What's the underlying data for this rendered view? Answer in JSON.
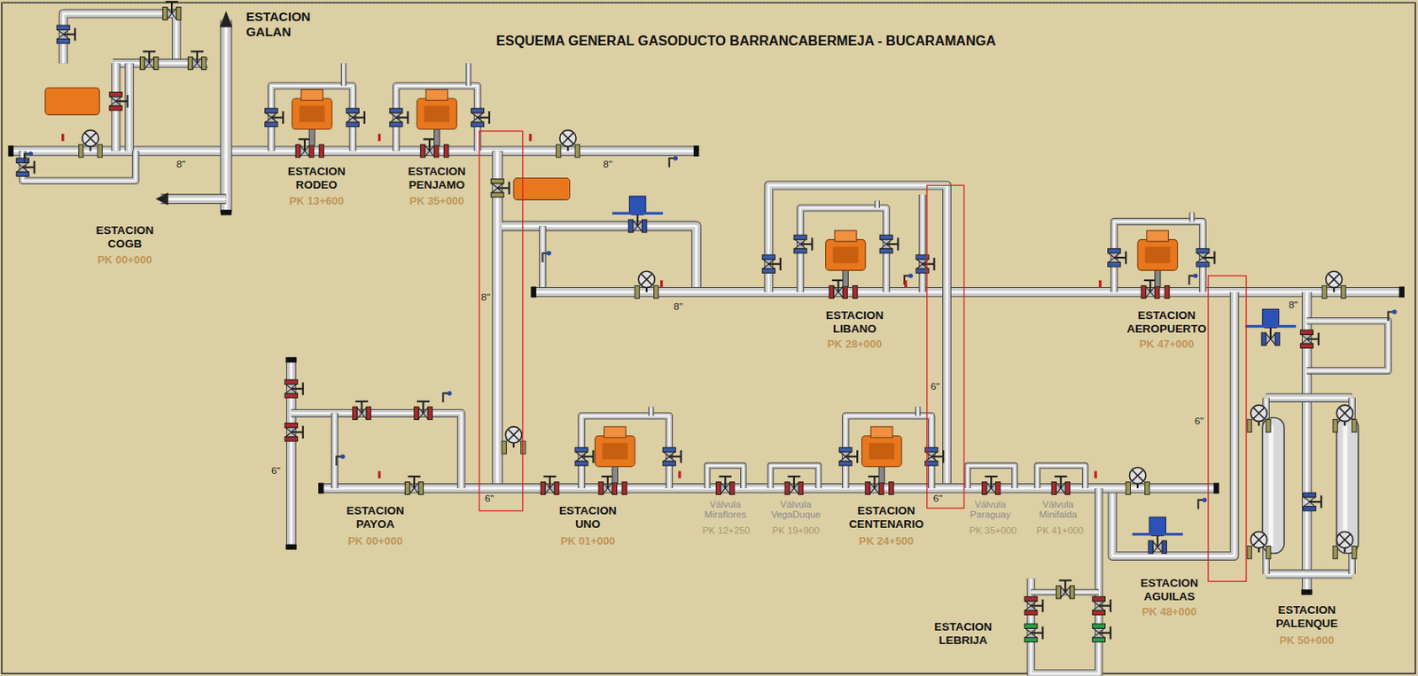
{
  "diagram": {
    "title": "ESQUEMA GENERAL GASODUCTO BARRANCABERMEJA - BUCARAMANGA",
    "labels": [
      "ESTACION GALAN",
      "8\"",
      "ESTACION RODEO",
      "PK 13+600",
      "ESTACION PENJAMO",
      "PK 35+000",
      "8\"",
      "ESTACION COGB",
      "PK 00+000",
      "8\"",
      "8\"",
      "ESTACION LIBANO",
      "PK 28+000",
      "ESTACION AEROPUERTO",
      "PK 47+000",
      "8\"",
      "6\"",
      "6\"",
      "6\"",
      "ESTACION PAYOA",
      "PK 00+000",
      "6\"",
      "ESTACION UNO",
      "PK 01+000",
      "Válvula Miraflores",
      "PK 12+250",
      "Válvula VegaDuque",
      "PK 19+900",
      "ESTACION CENTENARIO",
      "PK 24+500",
      "6\"",
      "Válvula Paraguay",
      "PK 35+000",
      "Válvula Minifalda",
      "PK 41+000",
      "ESTACION AGUILAS",
      "PK 48+000",
      "ESTACION LEBRIJA",
      "ESTACION PALENQUE",
      "PK 50+000"
    ]
  }
}
